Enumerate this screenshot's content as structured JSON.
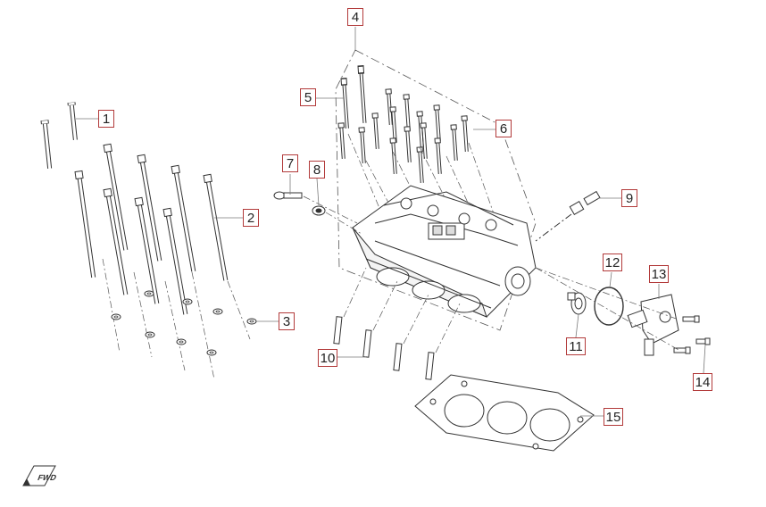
{
  "diagram": {
    "callouts": [
      {
        "id": "c1",
        "label": "1"
      },
      {
        "id": "c2",
        "label": "2"
      },
      {
        "id": "c3",
        "label": "3"
      },
      {
        "id": "c4",
        "label": "4"
      },
      {
        "id": "c5",
        "label": "5"
      },
      {
        "id": "c6",
        "label": "6"
      },
      {
        "id": "c7",
        "label": "7"
      },
      {
        "id": "c8",
        "label": "8"
      },
      {
        "id": "c9",
        "label": "9"
      },
      {
        "id": "c10",
        "label": "10"
      },
      {
        "id": "c11",
        "label": "11"
      },
      {
        "id": "c12",
        "label": "12"
      },
      {
        "id": "c13",
        "label": "13"
      },
      {
        "id": "c14",
        "label": "14"
      },
      {
        "id": "c15",
        "label": "15"
      }
    ],
    "orientation_mark": "FWD",
    "colors": {
      "line": "#333333",
      "callout_border": "#b23a3a",
      "leader": "#7a7a7a"
    }
  }
}
